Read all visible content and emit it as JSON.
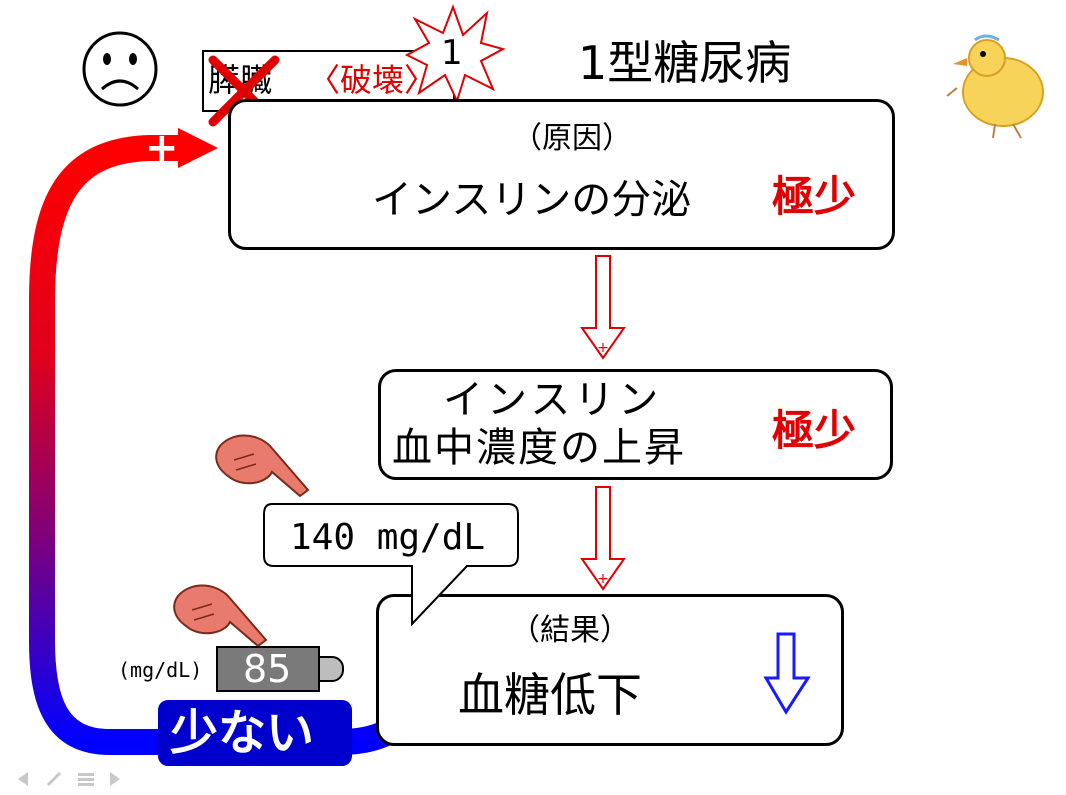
{
  "title": "1型糖尿病",
  "pancreas": {
    "label": "膵臓",
    "status": "〈破壊〉",
    "burst_number": "1"
  },
  "boxes": {
    "cause": {
      "tag": "（原因）",
      "text": "インスリンの分泌",
      "level": "極少"
    },
    "insulin": {
      "line1": "インスリン",
      "line2": "血中濃度の上昇",
      "level": "極少"
    },
    "result": {
      "tag": "（結果）",
      "text": "血糖低下"
    }
  },
  "callout": {
    "value": "140 mg/dL"
  },
  "meter": {
    "unit": "(mg/dL)",
    "value": "85"
  },
  "low_label": "少ない",
  "plus_sign": "+",
  "colors": {
    "red": "#e00000",
    "blue": "#1a1aff",
    "navy": "#0000cc",
    "meter": "#7a7a7a"
  },
  "icons": [
    "sad-face-icon",
    "cross-mark-icon",
    "burst-star-icon",
    "chick-icon",
    "pointing-hand-icon",
    "arrow-down-icon",
    "nav-controls-icon"
  ]
}
